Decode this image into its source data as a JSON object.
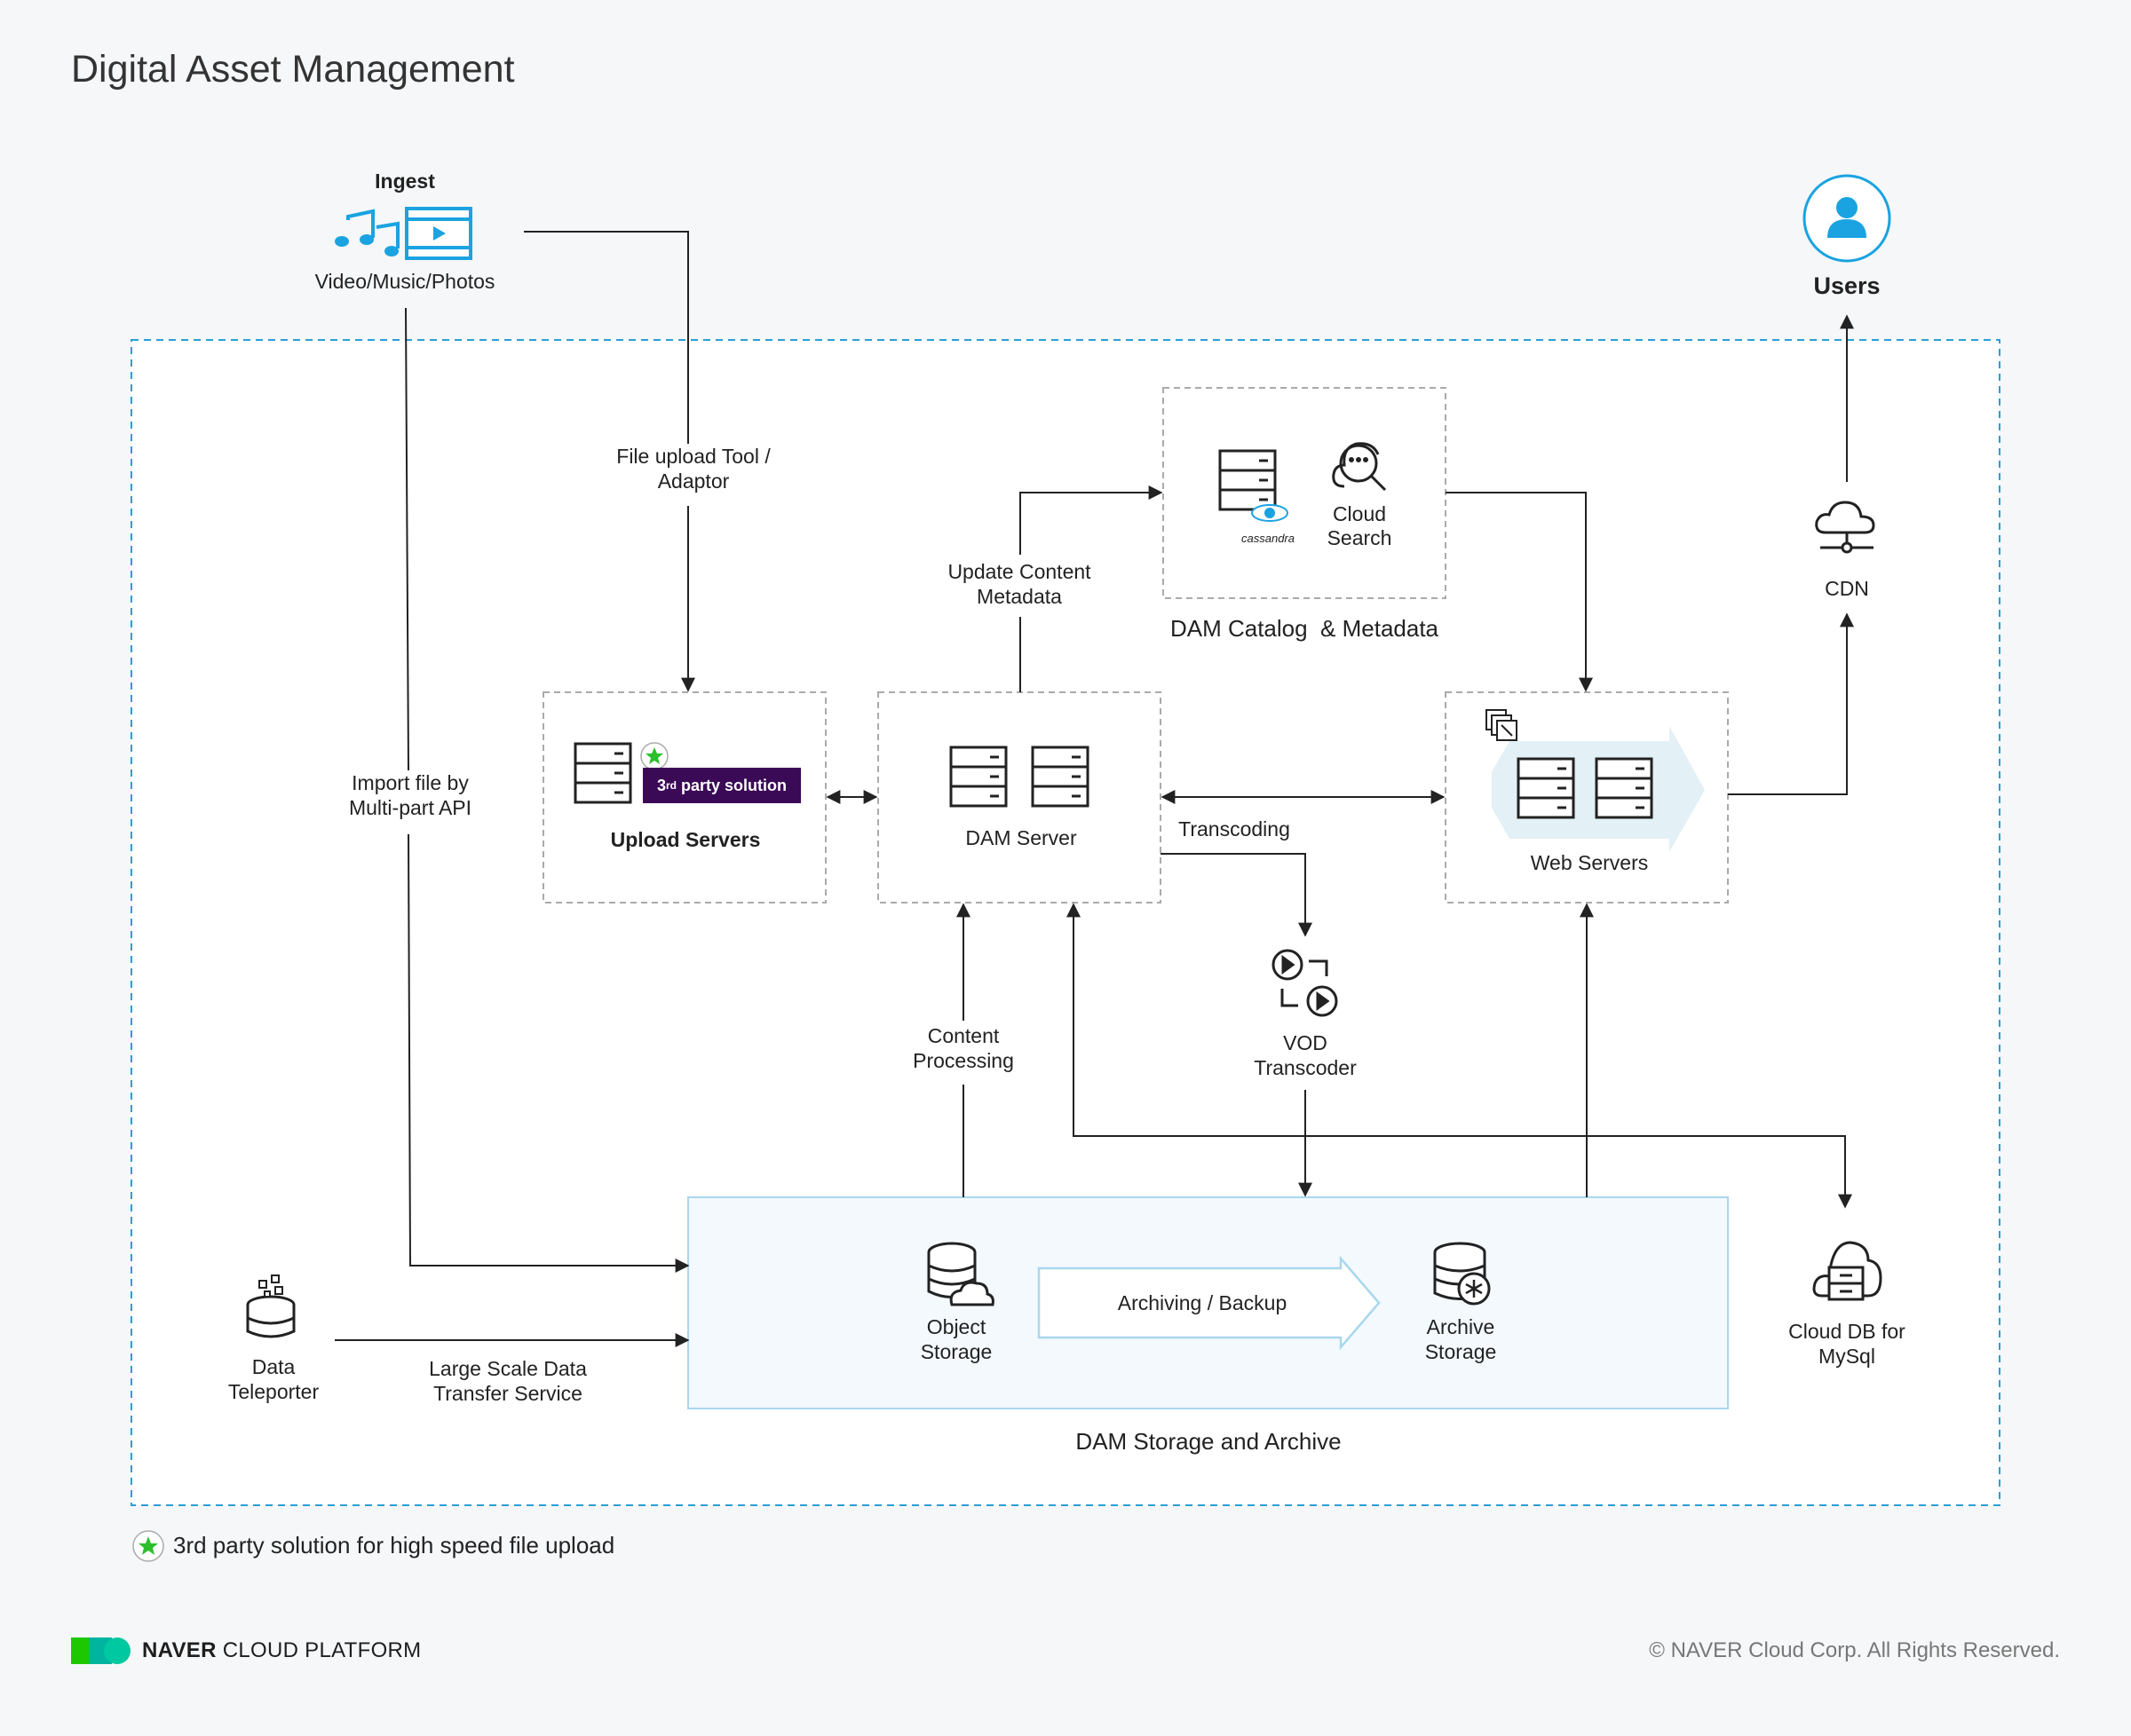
{
  "title": "Digital Asset Management",
  "ingest": {
    "heading": "Ingest",
    "label": "Video/Music/Photos"
  },
  "users": {
    "label": "Users"
  },
  "cdn": {
    "label": "CDN"
  },
  "catalog": {
    "cassandra_logo": "cassandra",
    "cloud_search_line1": "Cloud",
    "cloud_search_line2": "Search",
    "caption": "DAM Catalog  & Metadata"
  },
  "edges": {
    "file_upload_line1": "File upload Tool /",
    "file_upload_line2": "Adaptor",
    "update_content_line1": "Update Content",
    "update_content_line2": "Metadata",
    "import_file_line1": "Import file by",
    "import_file_line2": "Multi-part API",
    "transcoding": "Transcoding",
    "content_processing_line1": "Content",
    "content_processing_line2": "Processing",
    "large_scale_line1": "Large Scale Data",
    "large_scale_line2": "Transfer Service",
    "archiving_backup": "Archiving / Backup"
  },
  "upload_servers": {
    "label": "Upload Servers",
    "badge_prefix": "3",
    "badge_sup": "rd",
    "badge_suffix": " party solution"
  },
  "dam_server": {
    "label": "DAM Server"
  },
  "web_servers": {
    "label": "Web Servers"
  },
  "vod": {
    "line1": "VOD",
    "line2": "Transcoder"
  },
  "storage": {
    "object_line1": "Object",
    "object_line2": "Storage",
    "archive_line1": "Archive",
    "archive_line2": "Storage",
    "caption": "DAM Storage and Archive"
  },
  "data_teleporter": {
    "line1": "Data",
    "line2": "Teleporter"
  },
  "cloud_db": {
    "line1": "Cloud DB for",
    "line2": "MySql"
  },
  "legend": {
    "text": "3rd party solution for high speed file upload"
  },
  "footer": {
    "brand_bold": "NAVER",
    "brand_light": " CLOUD PLATFORM",
    "copyright": "© NAVER Cloud Corp. All Rights Reserved."
  },
  "colors": {
    "accent_blue": "#1aa3e0",
    "dashed_blue": "#2a9fd6",
    "purple": "#3b0a57",
    "green_star": "#2bc02b",
    "storage_fill": "#f3f9fd"
  }
}
